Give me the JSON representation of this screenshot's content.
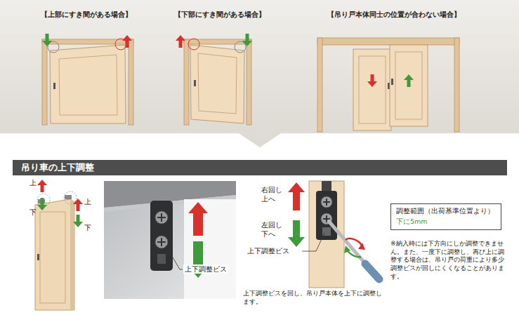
{
  "diagram": {
    "nodes": [
      {
        "text": [
          "吊り車の上下調整"
        ]
      },
      {
        "text": [
          "調整範囲（出荷基準位置より）",
          "下に5mm"
        ]
      }
    ],
    "labels": [
      "【上部にすき間がある場合】",
      "【下部にすき間がある場合】",
      "【吊り戸本体同士の位置が合わない場合】",
      "上",
      "下",
      "上",
      "下",
      "上下調整ビス",
      "右回し 上へ",
      "左回し 下へ",
      "上下調整ビス",
      "上下調整ビスを回し、吊り戸本体を上下に調整します。",
      "※納入時には下方向にしか調整できません。また、一度下に調整し、再び上に調整する場合は、吊り戸の荷重により多少調整ビスが回しにくくなることがあります。"
    ]
  }
}
